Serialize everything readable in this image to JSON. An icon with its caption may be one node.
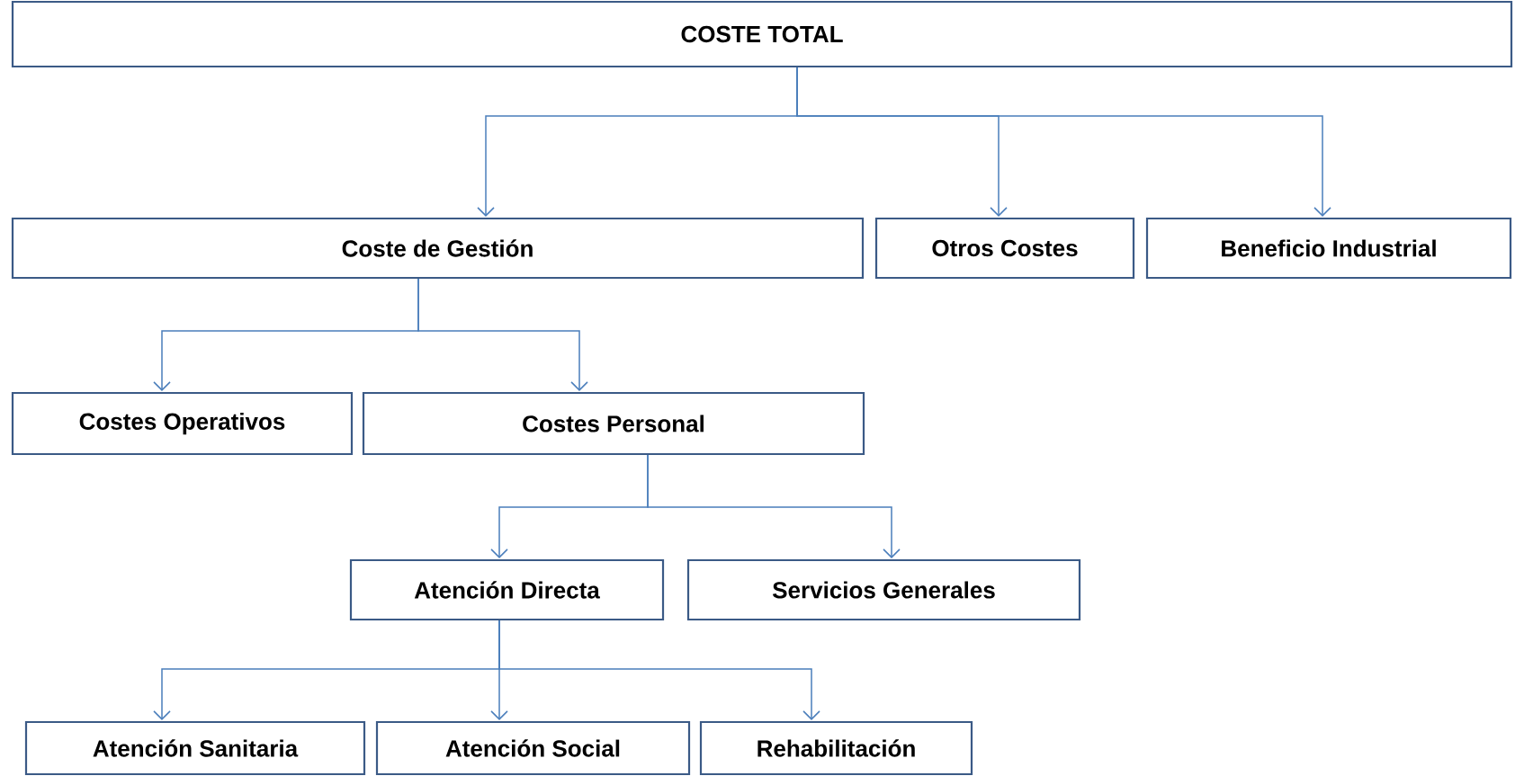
{
  "diagram": {
    "nodes": [
      {
        "text": [
          "COSTE TOTAL"
        ]
      },
      {
        "text": [
          "Coste de Gestión"
        ]
      },
      {
        "text": [
          "Otros Costes"
        ]
      },
      {
        "text": [
          "Beneficio Industrial"
        ]
      },
      {
        "text": [
          "Costes Operativos"
        ]
      },
      {
        "text": [
          "Costes Personal"
        ]
      },
      {
        "text": [
          "Atención Directa"
        ]
      },
      {
        "text": [
          "Servicios Generales"
        ]
      },
      {
        "text": [
          "Atención Sanitaria"
        ]
      },
      {
        "text": [
          "Atención Social"
        ]
      },
      {
        "text": [
          "Rehabilitación"
        ]
      }
    ],
    "edges": [
      {
        "from": 0,
        "to": 1,
        "arrow": "to"
      },
      {
        "from": 0,
        "to": 2,
        "arrow": "to"
      },
      {
        "from": 0,
        "to": 3,
        "arrow": "to"
      },
      {
        "from": 1,
        "to": 4,
        "arrow": "to"
      },
      {
        "from": 1,
        "to": 5,
        "arrow": "to"
      },
      {
        "from": 5,
        "to": 6,
        "arrow": "to"
      },
      {
        "from": 5,
        "to": 7,
        "arrow": "to"
      },
      {
        "from": 6,
        "to": 8,
        "arrow": "to"
      },
      {
        "from": 6,
        "to": 9,
        "arrow": "to"
      },
      {
        "from": 6,
        "to": 10,
        "arrow": "to"
      }
    ]
  }
}
